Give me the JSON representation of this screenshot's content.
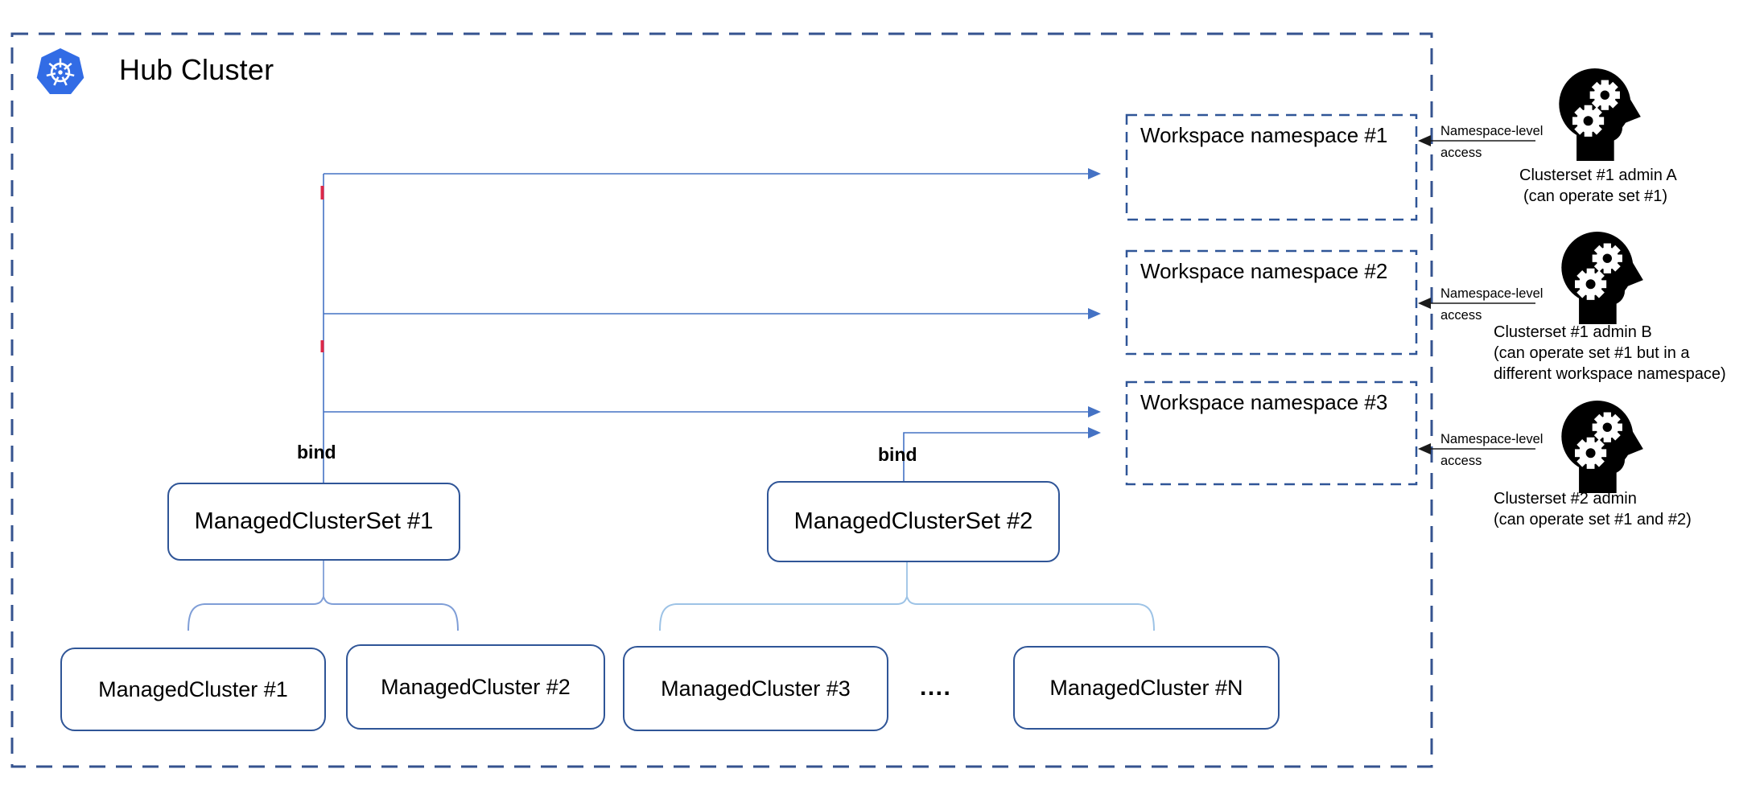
{
  "diagram": {
    "title": "Hub Cluster",
    "bind_labels": [
      "bind",
      "bind"
    ],
    "ellipsis": "....",
    "workspaces": [
      "Workspace namespace #1",
      "Workspace namespace #2",
      "Workspace namespace #3"
    ],
    "clustersets": [
      "ManagedClusterSet #1",
      "ManagedClusterSet #2"
    ],
    "clusters": [
      "ManagedCluster #1",
      "ManagedCluster #2",
      "ManagedCluster #3",
      "ManagedCluster #N"
    ],
    "access_labels": [
      {
        "line1": "Namespace-level",
        "line2": "access"
      },
      {
        "line1": "Namespace-level",
        "line2": "access"
      },
      {
        "line1": "Namespace-level",
        "line2": "access"
      }
    ],
    "admins": [
      {
        "name": "Clusterset #1 admin A",
        "note": "(can operate set #1)"
      },
      {
        "name": "Clusterset #1 admin B",
        "note": "(can operate set #1 but in a\ndifferent workspace namespace)"
      },
      {
        "name": "Clusterset #2 admin",
        "note": "(can operate set #1 and #2)"
      }
    ],
    "icons": {
      "hub": "kubernetes-logo-icon",
      "admin": "admin-head-gears-icon"
    },
    "colors": {
      "box_border": "#2F5597",
      "dashed_border": "#35538F",
      "connector": "#4472C4",
      "brace_1": "#7F9ED7",
      "brace_2": "#9DC3E6",
      "red_mark": "#DD2747",
      "k8s_blue": "#326CE5",
      "text": "#000000"
    }
  }
}
